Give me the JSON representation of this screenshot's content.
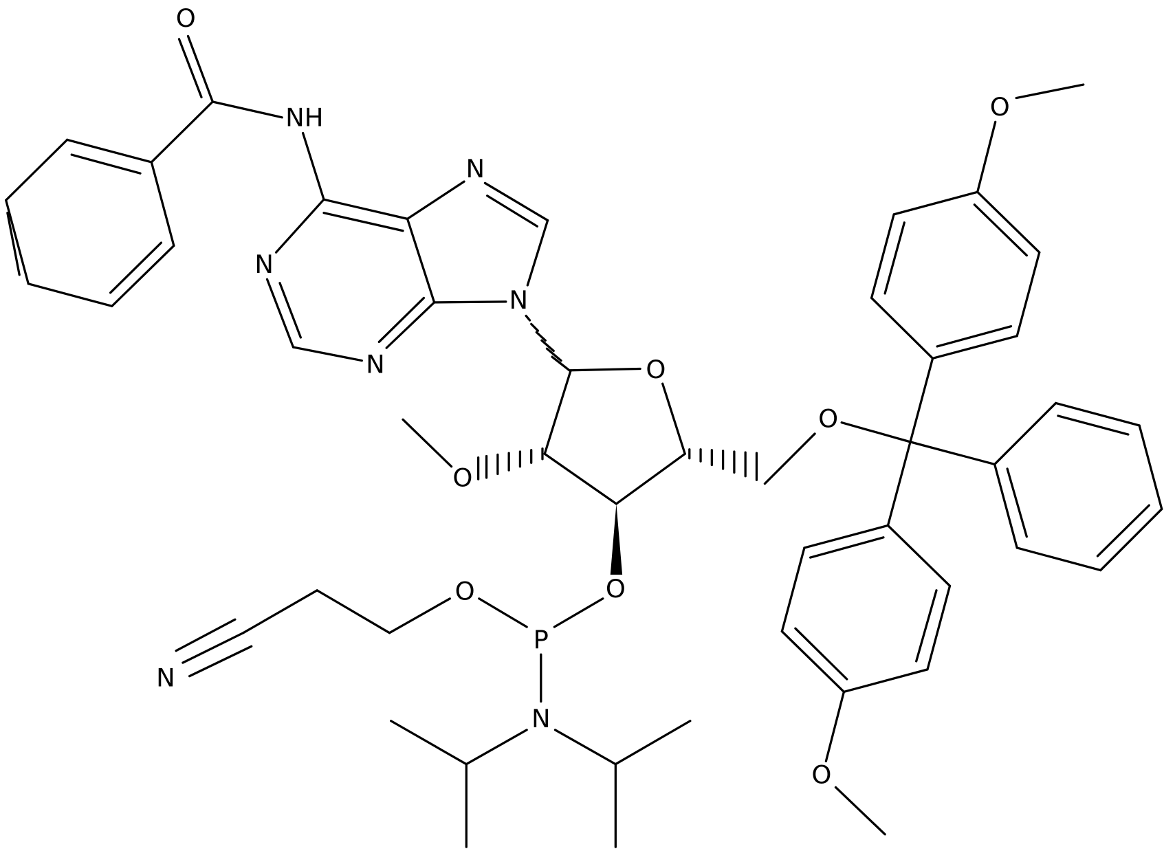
{
  "diagram": {
    "atoms": {
      "o_carbonyl": "O",
      "nh_amide": "NH",
      "n_purine_1": "N",
      "n_purine_3": "N",
      "n_purine_7": "N",
      "n_purine_9": "N",
      "o_ring": "O",
      "o_methoxy_2": "O",
      "o_3prime": "O",
      "o_5prime": "O",
      "o_cyanoethyl": "O",
      "p_phosphorus": "P",
      "n_diisopropyl": "N",
      "n_nitrile": "N",
      "o_methoxy_top": "O",
      "o_methoxy_bottom": "O"
    },
    "colors": {
      "ink": "#000000",
      "background": "#ffffff"
    }
  }
}
